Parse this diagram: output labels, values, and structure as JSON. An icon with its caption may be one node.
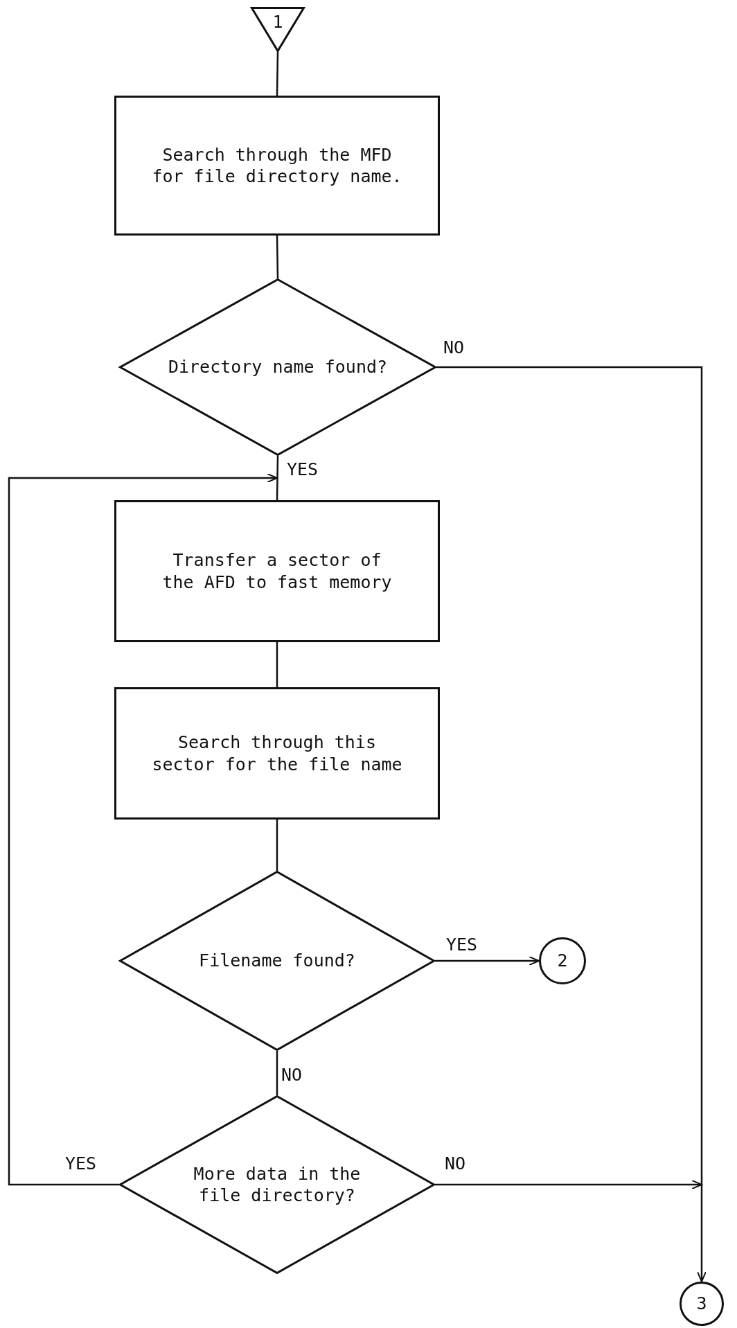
{
  "diagram": {
    "nodes": [
      {
        "text": [
          "1"
        ]
      },
      {
        "text": [
          "Search through the MFD for file directory name."
        ]
      },
      {
        "text": [
          "Directory name found?"
        ]
      },
      {
        "text": [
          "Transfer a sector of the AFD to fast memory"
        ]
      },
      {
        "text": [
          "Search through this sector for the file name"
        ]
      },
      {
        "text": [
          "Filename found?"
        ]
      },
      {
        "text": [
          "2"
        ]
      },
      {
        "text": [
          "More data in the file directory?"
        ]
      },
      {
        "text": [
          "3"
        ]
      }
    ],
    "edges": [
      {
        "from": 0,
        "to": 1,
        "arrow": "none"
      },
      {
        "from": 1,
        "to": 2,
        "arrow": "none"
      },
      {
        "from": 2,
        "to": 3,
        "arrow": "none",
        "label": "YES"
      },
      {
        "from": 3,
        "to": 4,
        "arrow": "none"
      },
      {
        "from": 4,
        "to": 5,
        "arrow": "none"
      },
      {
        "from": 5,
        "to": 6,
        "arrow": "to",
        "label": "YES"
      },
      {
        "from": 5,
        "to": 7,
        "arrow": "none",
        "label": "NO"
      },
      {
        "from": 7,
        "to": 3,
        "arrow": "to",
        "label": "YES"
      },
      {
        "from": 7,
        "to": 8,
        "arrow": "to",
        "label": "NO"
      },
      {
        "from": 2,
        "to": 8,
        "arrow": "to",
        "label": "NO"
      }
    ]
  }
}
